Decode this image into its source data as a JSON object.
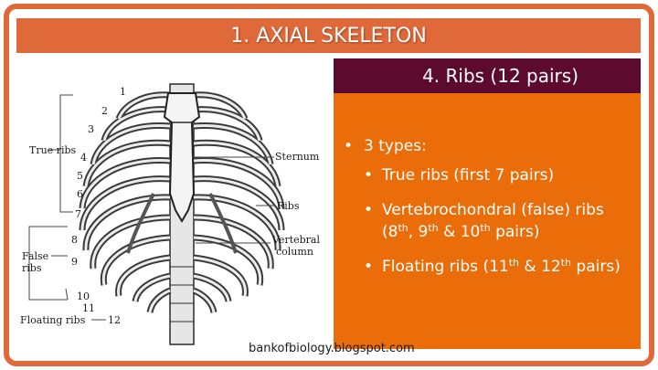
{
  "slide": {
    "title": "1. AXIAL SKELETON",
    "subtitle": "4. Ribs (12 pairs)",
    "credit": "bankofbiology.blogspot.com",
    "colors": {
      "frame": "#e0693a",
      "title_bar": "#e0693a",
      "subtitle_bar": "#5c0a2e",
      "panel": "#ea6d0a",
      "text": "#ffffff"
    }
  },
  "bullets": {
    "main": "3 types:",
    "true_ribs": "True ribs (first 7 pairs)",
    "vc_prefix": "Vertebrochondral (false) ribs (8",
    "vc_sup1": "th",
    "vc_mid1": ", 9",
    "vc_sup2": "th",
    "vc_mid2": " & 10",
    "vc_sup3": "th",
    "vc_suffix": " pairs)",
    "fl_prefix": "Floating ribs (11",
    "fl_sup1": "th",
    "fl_mid": " & 12",
    "fl_sup2": "th",
    "fl_suffix": " pairs)"
  },
  "diagram": {
    "rib_numbers": [
      "1",
      "2",
      "3",
      "4",
      "5",
      "6",
      "7",
      "8",
      "9",
      "10",
      "11",
      "12"
    ],
    "true_ribs_label": "True ribs",
    "false_ribs_label_1": "False",
    "false_ribs_label_2": "ribs",
    "floating_ribs_label": "Floating ribs",
    "sternum_label": "Sternum",
    "ribs_label": "Ribs",
    "vertebral_label_1": "Vertebral",
    "vertebral_label_2": "column"
  }
}
